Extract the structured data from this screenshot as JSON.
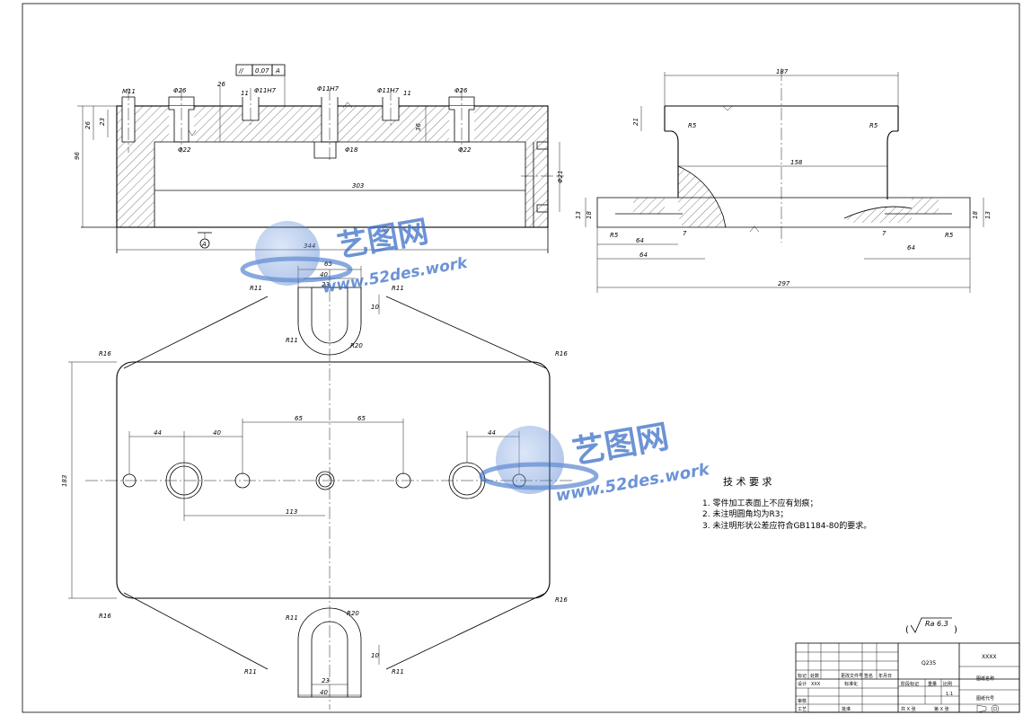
{
  "front_view": {
    "dims": {
      "overall_length": "344",
      "inner_length": "303",
      "height": "96",
      "top_26": "26",
      "top_23": "23",
      "side_36": "36",
      "m11": "M11",
      "d26_left": "Φ26",
      "d22_left": "Φ22",
      "d26_right": "Φ26",
      "d22_right": "Φ22",
      "top_gap_26": "26",
      "eleven_a": "11",
      "d11h7_a": "Φ11H7",
      "d11h7_b": "Φ11H7",
      "d11h7_c": "Φ11H7",
      "eleven_b": "11",
      "d18": "Φ18",
      "d21": "Φ21"
    },
    "tolerance": {
      "symbol": "//",
      "value": "0.07",
      "datum": "A"
    },
    "datum_label": "A"
  },
  "side_view": {
    "dims": {
      "top_187": "187",
      "height_21": "21",
      "r5_tl": "R5",
      "r5_tr": "R5",
      "inner_158": "158",
      "h13": "13",
      "h18_l": "18",
      "h18_r": "18",
      "h13_r": "13",
      "r5_bl": "R5",
      "r5_br": "R5",
      "w64_a": "64",
      "w64_b": "64",
      "w64_c": "64",
      "seven_l": "7",
      "seven_r": "7",
      "overall_297": "297"
    }
  },
  "top_view": {
    "dims": {
      "w65": "65",
      "w40_top": "40",
      "w23_top": "23",
      "r11_a": "R11",
      "r11_b": "R11",
      "ten_top": "10",
      "r11_c": "R11",
      "r20_top": "R20",
      "r16_tl": "R16",
      "r16_tr": "R16",
      "height_183": "183",
      "d44_l": "44",
      "d40": "40",
      "d65_a": "65",
      "d65_b": "65",
      "d44_r": "44",
      "d113": "113",
      "r16_bl": "R16",
      "r16_br": "R16",
      "r11_bot_a": "R11",
      "r20_bot": "R20",
      "ten_bot": "10",
      "r11_bot_l": "R11",
      "r11_bot_r": "R11",
      "w23_bot": "23",
      "w40_bot": "40"
    }
  },
  "requirements": {
    "title": "技 术 要 求",
    "items": [
      "1. 零件加工表面上不应有划痕；",
      "2. 未注明圆角均为R3；",
      "3. 未注明形状公差应符合GB1184-80的要求。"
    ]
  },
  "roughness": {
    "label": "Ra 6.3"
  },
  "title_block": {
    "material": "Q235",
    "company": "XXXX",
    "drawing_name": "图纸名称",
    "drawing_code": "图纸代号",
    "scale_label": "比例",
    "scale_value": "1:1",
    "weight_label": "重量",
    "stage_label": "阶段标记",
    "designer_row": "设计",
    "designer": "XXX",
    "std_label": "标准化",
    "check_label": "审核",
    "process_label": "工艺",
    "approve_label": "批准",
    "mark_label": "标记",
    "count_label": "处数",
    "change_label": "更改文件号",
    "sign_label": "签名",
    "date_label": "年月日",
    "sheets_total": "共 X 张",
    "sheet_no": "第 X 张"
  },
  "watermark": {
    "brand": "艺图网",
    "url": "www.52des.work"
  },
  "colors": {
    "line": "#000000",
    "watermark": "#3b6fc8"
  }
}
